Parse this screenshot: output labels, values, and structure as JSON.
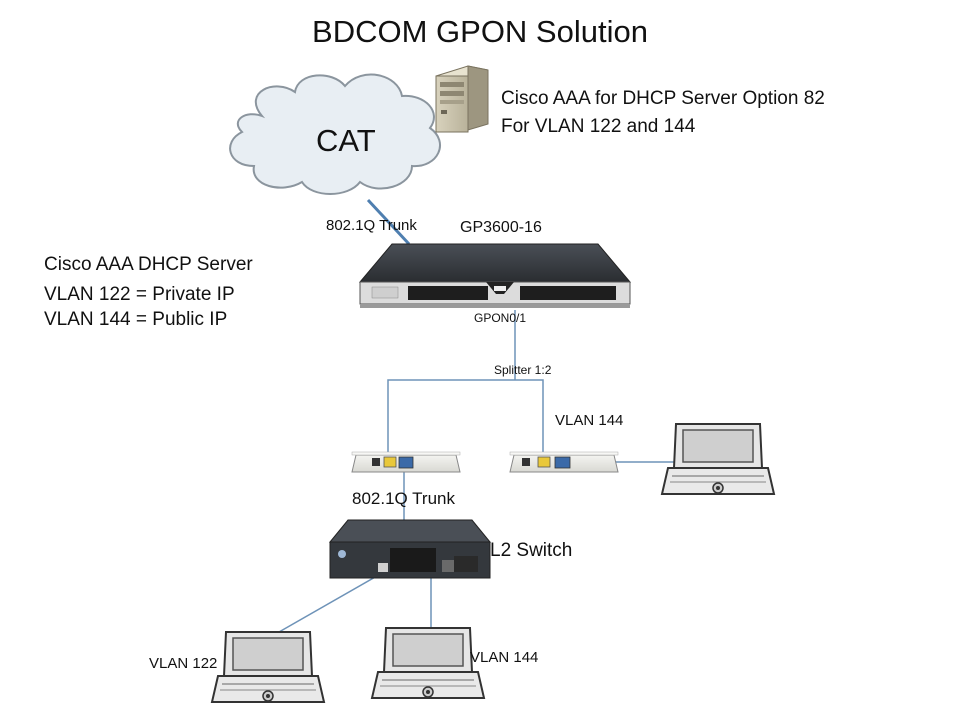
{
  "title": "BDCOM GPON Solution",
  "cloud": {
    "label": "CAT"
  },
  "aaa_server": {
    "line1": "Cisco AAA for  DHCP Server Option 82",
    "line2": "For VLAN 122 and 144"
  },
  "dhcp_info": {
    "line1": "Cisco AAA DHCP Server",
    "line2": "VLAN 122 = Private IP",
    "line3": "VLAN 144 = Public IP"
  },
  "links": {
    "cloud_to_olt": "802.1Q Trunk",
    "onu_to_switch": "802.1Q Trunk"
  },
  "olt": {
    "name": "GP3600-16",
    "port": "GPON0/1"
  },
  "splitter": {
    "label": "Splitter 1:2"
  },
  "onu_right": {
    "vlan": "VLAN 144"
  },
  "switch": {
    "label": "L2 Switch"
  },
  "hosts": {
    "left": "VLAN 122",
    "right": "VLAN 144"
  },
  "colors": {
    "cloud_fill": "#e8eef3",
    "cloud_stroke": "#8b959e",
    "trunk_link": "#4f7fb0",
    "fiber_link": "#6e93b8",
    "device_dark": "#34383d"
  }
}
